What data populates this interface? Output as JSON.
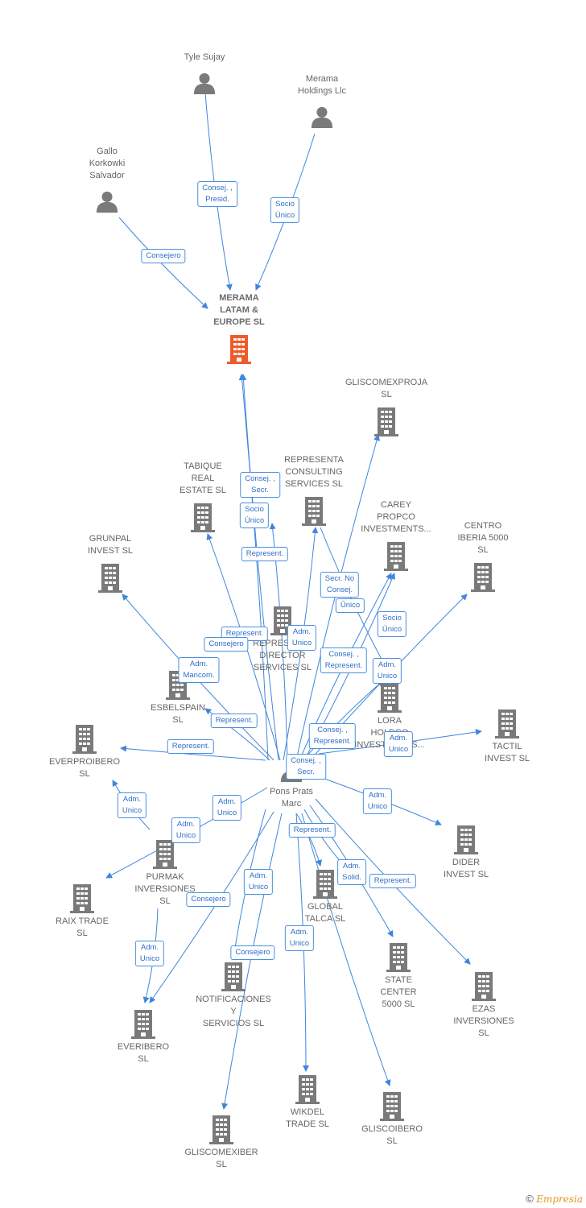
{
  "nodes": {
    "tyle": {
      "label": "Tyle Sujay",
      "type": "person"
    },
    "merama_holdings": {
      "label": "Merama\nHoldings Llc",
      "type": "person"
    },
    "gallo": {
      "label": "Gallo\nKorkowki\nSalvador",
      "type": "person"
    },
    "merama_latam": {
      "label": "MERAMA\nLATAM &\nEUROPE  SL",
      "type": "company-main"
    },
    "gliscomexproja": {
      "label": "GLISCOMEXPROJA\nSL",
      "type": "company"
    },
    "tabique": {
      "label": "TABIQUE\nREAL\nESTATE  SL",
      "type": "company"
    },
    "representa_consulting": {
      "label": "REPRESENTA\nCONSULTING\nSERVICES  SL",
      "type": "company"
    },
    "carey": {
      "label": "CAREY\nPROPCO\nINVESTMENTS...",
      "type": "company"
    },
    "centro_iberia": {
      "label": "CENTRO\nIBERIA 5000\nSL",
      "type": "company"
    },
    "grunpal": {
      "label": "GRUNPAL\nINVEST  SL",
      "type": "company"
    },
    "representa_director": {
      "label": "REPRESENTA\nDIRECTOR\nSERVICES  SL",
      "type": "company"
    },
    "esbelspain": {
      "label": "ESBELSPAIN\nSL",
      "type": "company"
    },
    "lora": {
      "label": "LORA\nHOLDCO\nINVESTMENTS...",
      "type": "company"
    },
    "tactil": {
      "label": "TACTIL\nINVEST  SL",
      "type": "company"
    },
    "everproibero": {
      "label": "EVERPROIBERO\nSL",
      "type": "company"
    },
    "pons": {
      "label": "Pons Prats\nMarc",
      "type": "person"
    },
    "purmak": {
      "label": "PURMAK\nINVERSIONES\nSL",
      "type": "company"
    },
    "raix": {
      "label": "RAIX TRADE\nSL",
      "type": "company"
    },
    "dider": {
      "label": "DIDER\nINVEST  SL",
      "type": "company"
    },
    "global_talca": {
      "label": "GLOBAL\nTALCA  SL",
      "type": "company"
    },
    "state_center": {
      "label": "STATE\nCENTER\n5000  SL",
      "type": "company"
    },
    "ezas": {
      "label": "EZAS\nINVERSIONES\nSL",
      "type": "company"
    },
    "notificaciones": {
      "label": "NOTIFICACIONES\nY\nSERVICIOS  SL",
      "type": "company"
    },
    "everibero": {
      "label": "EVERIBERO\nSL",
      "type": "company"
    },
    "wikdel": {
      "label": "WIKDEL\nTRADE  SL",
      "type": "company"
    },
    "gliscoibero": {
      "label": "GLISCOIBERO\nSL",
      "type": "company"
    },
    "gliscomexiber": {
      "label": "GLISCOMEXIBER\nSL",
      "type": "company"
    }
  },
  "relations": [
    {
      "id": "r1",
      "label": "Consej. ,\nPresid."
    },
    {
      "id": "r2",
      "label": "Socio\nÚnico"
    },
    {
      "id": "r3",
      "label": "Consejero"
    },
    {
      "id": "r4",
      "label": "Consej. ,\nSecr."
    },
    {
      "id": "r5",
      "label": "Socio\nÚnico"
    },
    {
      "id": "r6",
      "label": "Represent."
    },
    {
      "id": "r7",
      "label": "Secr.  No\nConsej."
    },
    {
      "id": "r8",
      "label": "Único"
    },
    {
      "id": "r9",
      "label": "Socio\nÚnico"
    },
    {
      "id": "r10",
      "label": "Represent."
    },
    {
      "id": "r11",
      "label": "Consejero"
    },
    {
      "id": "r12",
      "label": "Adm.\nUnico"
    },
    {
      "id": "r13",
      "label": "Adm.\nMancom."
    },
    {
      "id": "r14",
      "label": "Consej. ,\nRepresent."
    },
    {
      "id": "r15",
      "label": "Adm.\nUnico"
    },
    {
      "id": "r16",
      "label": "Represent."
    },
    {
      "id": "r17",
      "label": "Consej. ,\nRepresent."
    },
    {
      "id": "r18",
      "label": "Adm.\nUnico"
    },
    {
      "id": "r19",
      "label": "Represent."
    },
    {
      "id": "r20",
      "label": "Consej. ,\nSecr."
    },
    {
      "id": "r21",
      "label": "Adm.\nUnico"
    },
    {
      "id": "r22",
      "label": "Adm.\nUnico"
    },
    {
      "id": "r23",
      "label": "Adm.\nUnico"
    },
    {
      "id": "r24",
      "label": "Represent."
    },
    {
      "id": "r25",
      "label": "Adm.\nUnico"
    },
    {
      "id": "r26",
      "label": "Adm.\nSolid."
    },
    {
      "id": "r27",
      "label": "Represent."
    },
    {
      "id": "r28",
      "label": "Adm.\nUnico"
    },
    {
      "id": "r29",
      "label": "Consejero"
    },
    {
      "id": "r30",
      "label": "Adm.\nUnico"
    },
    {
      "id": "r31",
      "label": "Consejero"
    },
    {
      "id": "r32",
      "label": "Adm.\nUnico"
    }
  ],
  "colors": {
    "edge": "#3f86dc",
    "icon": "#7a7a7a",
    "main_icon": "#f05a28",
    "label": "#666666"
  },
  "footer": {
    "symbol": "©",
    "brand": "Empresia"
  }
}
